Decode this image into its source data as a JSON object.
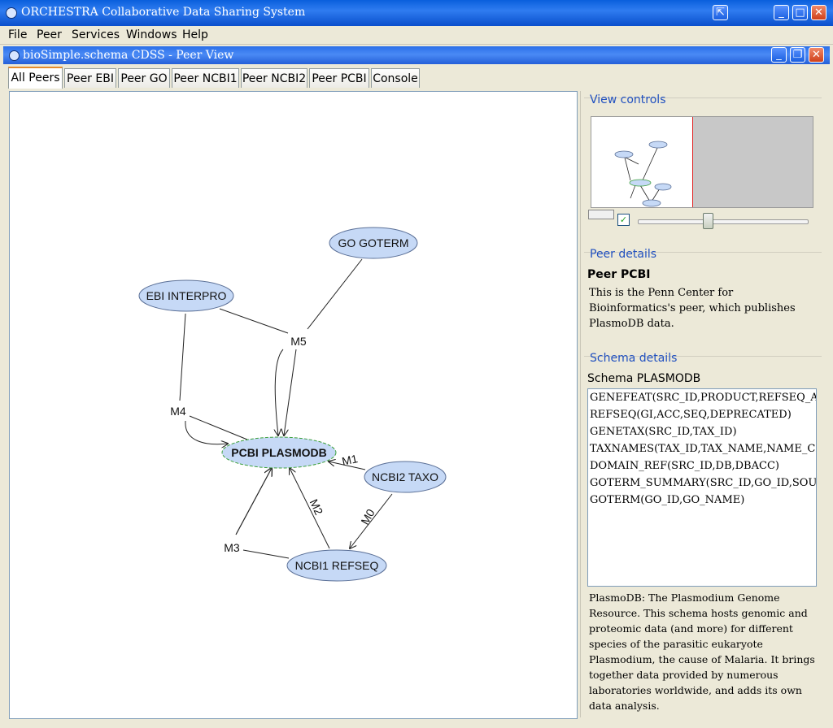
{
  "window": {
    "title": "ORCHESTRA Collaborative Data Sharing System",
    "menus": [
      "File",
      "Peer",
      "Services",
      "Windows",
      "Help"
    ],
    "inner_title": "bioSimple.schema CDSS - Peer View"
  },
  "tabs": [
    "All Peers",
    "Peer EBI",
    "Peer GO",
    "Peer NCBI1",
    "Peer NCBI2",
    "Peer PCBI",
    "Console"
  ],
  "active_tab": "All Peers",
  "graph": {
    "nodes": [
      {
        "id": "go",
        "label": "GO GOTERM"
      },
      {
        "id": "ebi",
        "label": "EBI INTERPRO"
      },
      {
        "id": "pcbi",
        "label": "PCBI PLASMODB",
        "selected": true
      },
      {
        "id": "ncbi2",
        "label": "NCBI2 TAXO"
      },
      {
        "id": "ncbi1",
        "label": "NCBI1 REFSEQ"
      }
    ],
    "mappings": [
      "M5",
      "M4",
      "M1",
      "M2",
      "M0",
      "M3"
    ]
  },
  "right_panel": {
    "view_controls_title": "View controls",
    "zoom_checkbox": "✓",
    "peer_details_title": "Peer details",
    "peer_name": "Peer PCBI",
    "peer_description": "This is the Penn Center for Bioinformatics's peer, which publishes PlasmoDB data.",
    "schema_details_title": "Schema details",
    "schema_name": "Schema PLASMODB",
    "schema_relations": [
      "GENEFEAT(SRC_ID,PRODUCT,REFSEQ_ACC",
      "REFSEQ(GI,ACC,SEQ,DEPRECATED)",
      "GENETAX(SRC_ID,TAX_ID)",
      "TAXNAMES(TAX_ID,TAX_NAME,NAME_CLA",
      "DOMAIN_REF(SRC_ID,DB,DBACC)",
      "GOTERM_SUMMARY(SRC_ID,GO_ID,SOURC",
      "GOTERM(GO_ID,GO_NAME)"
    ],
    "schema_description": "PlasmoDB: The Plasmodium Genome Resource. This schema hosts genomic and proteomic data (and more) for different species of the parasitic eukaryote Plasmodium, the cause of Malaria. It brings together data provided by numerous laboratories worldwide, and adds its own data analysis."
  },
  "colors": {
    "node_fill": "#c6d9f6",
    "node_stroke": "#5a6f96",
    "selected_stroke": "#3ca03c",
    "link_blue": "#2050c0",
    "titlebar": "#0a5fdc"
  }
}
